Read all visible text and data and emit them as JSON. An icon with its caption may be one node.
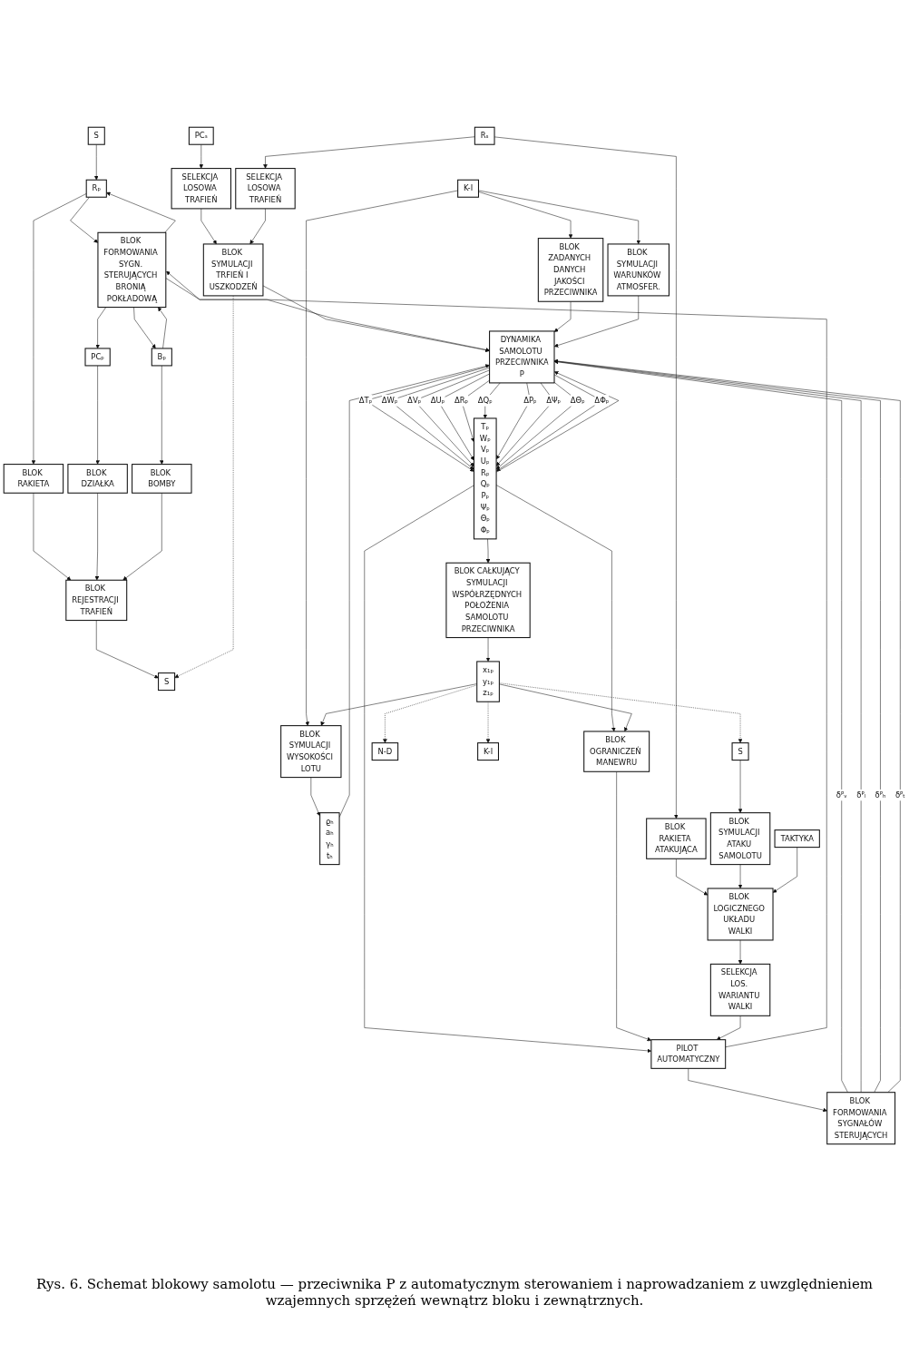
{
  "diagram": {
    "caption": "Rys. 6. Schemat blokowy samolotu — przeciwnika P z automatycznym sterowaniem i naprowadzaniem z uwzględnieniem wzajemnych sprzężeń wewnątrz bloku i zewnątrznych.",
    "nodes": [
      {
        "text": [
          "S"
        ]
      },
      {
        "text": [
          "Rₚ"
        ]
      },
      {
        "text": [
          "BLOK RAKIETA"
        ]
      },
      {
        "text": [
          "PCₚ"
        ]
      },
      {
        "text": [
          "BLOK DZIAŁKA"
        ]
      },
      {
        "text": [
          "Bₚ"
        ]
      },
      {
        "text": [
          "BLOK BOMBY"
        ]
      },
      {
        "text": [
          "BLOK REJESTRACJI TRAFIEŃ"
        ]
      },
      {
        "text": [
          "S"
        ]
      },
      {
        "text": [
          "PCₛ"
        ]
      },
      {
        "text": [
          "SELEKCJA LOSOWA TRAFIEŃ"
        ]
      },
      {
        "text": [
          "SELEKCJA LOSOWA TRAFIEŃ"
        ]
      },
      {
        "text": [
          "BLOK SYMULACJI TRFIEŃ I USZKODZEŃ"
        ]
      },
      {
        "text": [
          "BLOK FORMOWANIA SYGN. STERUJĄCYCH BRONIĄ POKŁADOWĄ"
        ]
      },
      {
        "text": [
          "K-I"
        ]
      },
      {
        "text": [
          "BLOK SYMULACJI WYSOKOŚCI LOTU"
        ]
      },
      {
        "text": [
          "BLOK SYMULACJI WARUNKÓW ATMOSFER."
        ]
      },
      {
        "text": [
          "BLOK ZADANYCH DANYCH JAKOŚCI PRZECIWNIKA"
        ]
      },
      {
        "text": [
          "ϱₕ",
          "aₕ",
          "γₕ",
          "tₕ"
        ]
      },
      {
        "text": [
          "BLOK FORMOWANIA SYGNAŁÓW STERUJĄCYCH"
        ]
      },
      {
        "text": [
          "PILOT AUTOMATYCZNY"
        ]
      },
      {
        "text": [
          "DYNAMIKA SAMOLOTU PRZECIWNIKA",
          "P"
        ]
      },
      {
        "text": [
          "Tₚ",
          "Wₚ",
          "Vₚ",
          "Uₚ",
          "Rₚ",
          "Qₚ",
          "Pₚ",
          "Ψₚ",
          "Θₚ",
          "Φₚ"
        ]
      },
      {
        "text": [
          "BLOK CAŁKUJĄCY SYMULACJI WSPÓŁRZĘDNYCH POŁOŻENIA SAMOLOTU PRZECIWNIKA"
        ]
      },
      {
        "text": [
          "BLOK OGRANICZEŃ MANEWRU"
        ]
      },
      {
        "text": [
          "x₁ₚ",
          "y₁ₚ",
          "z₁ₚ"
        ]
      },
      {
        "text": [
          "S"
        ]
      },
      {
        "text": [
          "N-D"
        ]
      },
      {
        "text": [
          "K-I"
        ]
      },
      {
        "text": [
          "SELEKCJA LOS. WARIANTU WALKI"
        ]
      },
      {
        "text": [
          "BLOK LOGICZNEGO UKŁADU WALKI"
        ]
      },
      {
        "text": [
          "TAKTYKA"
        ]
      },
      {
        "text": [
          "BLOK RAKIETA ATAKUJĄCA"
        ]
      },
      {
        "text": [
          "BLOK SYMULACJI ATAKU SAMOLOTU"
        ]
      },
      {
        "text": [
          "Rₛ"
        ]
      }
    ],
    "edges": [
      {
        "from": 0,
        "to": 1,
        "arrow": "to"
      },
      {
        "from": 1,
        "to": 2,
        "arrow": "to"
      },
      {
        "from": 2,
        "to": 7,
        "arrow": "to"
      },
      {
        "from": 3,
        "to": 4,
        "arrow": "to"
      },
      {
        "from": 4,
        "to": 7,
        "arrow": "to"
      },
      {
        "from": 5,
        "to": 6,
        "arrow": "to"
      },
      {
        "from": 6,
        "to": 7,
        "arrow": "to"
      },
      {
        "from": 7,
        "to": 8,
        "arrow": "to"
      },
      {
        "from": 12,
        "to": 8,
        "arrow": "to",
        "style": "dashed"
      },
      {
        "from": 13,
        "to": 1,
        "arrow": "to"
      },
      {
        "from": 1,
        "to": 13,
        "arrow": "to"
      },
      {
        "from": 13,
        "to": 3,
        "arrow": "to"
      },
      {
        "from": 5,
        "to": 13,
        "arrow": "to"
      },
      {
        "from": 13,
        "to": 5,
        "arrow": "to"
      },
      {
        "from": 9,
        "to": 10,
        "arrow": "to"
      },
      {
        "from": 10,
        "to": 12,
        "arrow": "to"
      },
      {
        "from": 11,
        "to": 12,
        "arrow": "to"
      },
      {
        "from": 12,
        "to": 21,
        "arrow": "to"
      },
      {
        "from": 20,
        "to": 13,
        "arrow": "to"
      },
      {
        "from": 20,
        "to": 19,
        "arrow": "to"
      },
      {
        "from": 13,
        "to": 21,
        "arrow": "to"
      },
      {
        "from": 19,
        "to": 21,
        "arrow": "to",
        "label": "δᴾᵥ"
      },
      {
        "from": 19,
        "to": 21,
        "arrow": "to",
        "label": "δᴾₗ"
      },
      {
        "from": 19,
        "to": 21,
        "arrow": "to",
        "label": "δᴾₕ"
      },
      {
        "from": 19,
        "to": 21,
        "arrow": "to",
        "label": "δᴾₜ"
      },
      {
        "from": 14,
        "to": 15,
        "arrow": "to"
      },
      {
        "from": 14,
        "to": 16,
        "arrow": "to"
      },
      {
        "from": 14,
        "to": 17,
        "arrow": "to"
      },
      {
        "from": 17,
        "to": 21,
        "arrow": "to"
      },
      {
        "from": 16,
        "to": 21,
        "arrow": "to"
      },
      {
        "from": 15,
        "to": 18,
        "arrow": "to"
      },
      {
        "from": 18,
        "to": 21,
        "arrow": "to"
      },
      {
        "from": 21,
        "to": 22,
        "arrow": "to",
        "label": "ΔTₚ"
      },
      {
        "from": 21,
        "to": 22,
        "arrow": "to",
        "label": "ΔWₚ"
      },
      {
        "from": 21,
        "to": 22,
        "arrow": "to",
        "label": "ΔVₚ"
      },
      {
        "from": 21,
        "to": 22,
        "arrow": "to",
        "label": "ΔUₚ"
      },
      {
        "from": 21,
        "to": 22,
        "arrow": "to",
        "label": "ΔRₚ"
      },
      {
        "from": 21,
        "to": 22,
        "arrow": "to",
        "label": "ΔQₚ"
      },
      {
        "from": 21,
        "to": 22,
        "arrow": "to",
        "label": "ΔPₚ"
      },
      {
        "from": 21,
        "to": 22,
        "arrow": "to",
        "label": "ΔΨₚ"
      },
      {
        "from": 21,
        "to": 22,
        "arrow": "to",
        "label": "ΔΘₚ"
      },
      {
        "from": 21,
        "to": 22,
        "arrow": "to",
        "label": "ΔΦₚ"
      },
      {
        "from": 22,
        "to": 21,
        "arrow": "to"
      },
      {
        "from": 22,
        "to": 20,
        "arrow": "to"
      },
      {
        "from": 22,
        "to": 23,
        "arrow": "to"
      },
      {
        "from": 22,
        "to": 24,
        "arrow": "to"
      },
      {
        "from": 24,
        "to": 20,
        "arrow": "to"
      },
      {
        "from": 23,
        "to": 25,
        "arrow": "to"
      },
      {
        "from": 25,
        "to": 15,
        "arrow": "to"
      },
      {
        "from": 25,
        "to": 24,
        "arrow": "to"
      },
      {
        "from": 25,
        "to": 26,
        "arrow": "to",
        "style": "dashed"
      },
      {
        "from": 25,
        "to": 27,
        "arrow": "to",
        "style": "dashed"
      },
      {
        "from": 25,
        "to": 28,
        "arrow": "to",
        "style": "dashed"
      },
      {
        "from": 26,
        "to": 33,
        "arrow": "to"
      },
      {
        "from": 34,
        "to": 11,
        "arrow": "to"
      },
      {
        "from": 34,
        "to": 32,
        "arrow": "to"
      },
      {
        "from": 32,
        "to": 30,
        "arrow": "to"
      },
      {
        "from": 33,
        "to": 30,
        "arrow": "to"
      },
      {
        "from": 31,
        "to": 30,
        "arrow": "to"
      },
      {
        "from": 30,
        "to": 29,
        "arrow": "to"
      },
      {
        "from": 29,
        "to": 20,
        "arrow": "to"
      }
    ]
  }
}
